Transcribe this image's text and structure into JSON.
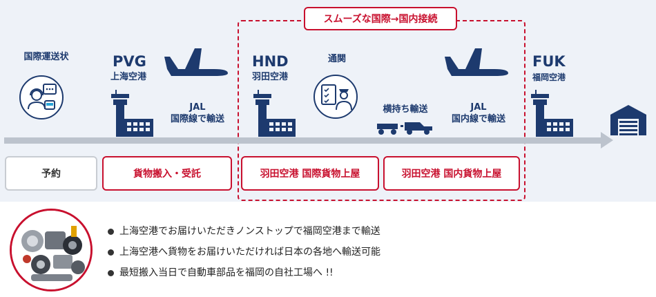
{
  "banner": "スムーズな国際→国内接続",
  "steps": {
    "waybill": "国際運送状",
    "pvg_code": "PVG",
    "pvg_name": "上海空港",
    "intl_flight_1": "JAL",
    "intl_flight_2": "国際線で輸送",
    "hnd_code": "HND",
    "hnd_name": "羽田空港",
    "customs": "通関",
    "transfer": "横持ち輸送",
    "dom_flight_1": "JAL",
    "dom_flight_2": "国内線で輸送",
    "fuk_code": "FUK",
    "fuk_name": "福岡空港"
  },
  "boxes": {
    "reserve": "予約",
    "receive": "貨物搬入・受託",
    "hnd_intl": "羽田空港 国際貨物上屋",
    "hnd_dom": "羽田空港 国内貨物上屋"
  },
  "bullets": [
    "上海空港でお届けいただきノンストップで福岡空港まで輸送",
    "上海空港へ貨物をお届けいただければ日本の各地へ輸送可能",
    "最短搬入当日で自動車部品を福岡の自社工場へ !!"
  ],
  "colors": {
    "navy": "#1d3a6e",
    "accent": "#c8102e",
    "panel": "#eef2f8",
    "timeline": "#bcc3cd"
  },
  "icons": [
    "support-agent-icon",
    "control-tower-icon",
    "airplane-icon",
    "customs-officer-icon",
    "tug-truck-icon",
    "warehouse-icon",
    "auto-parts-image"
  ]
}
